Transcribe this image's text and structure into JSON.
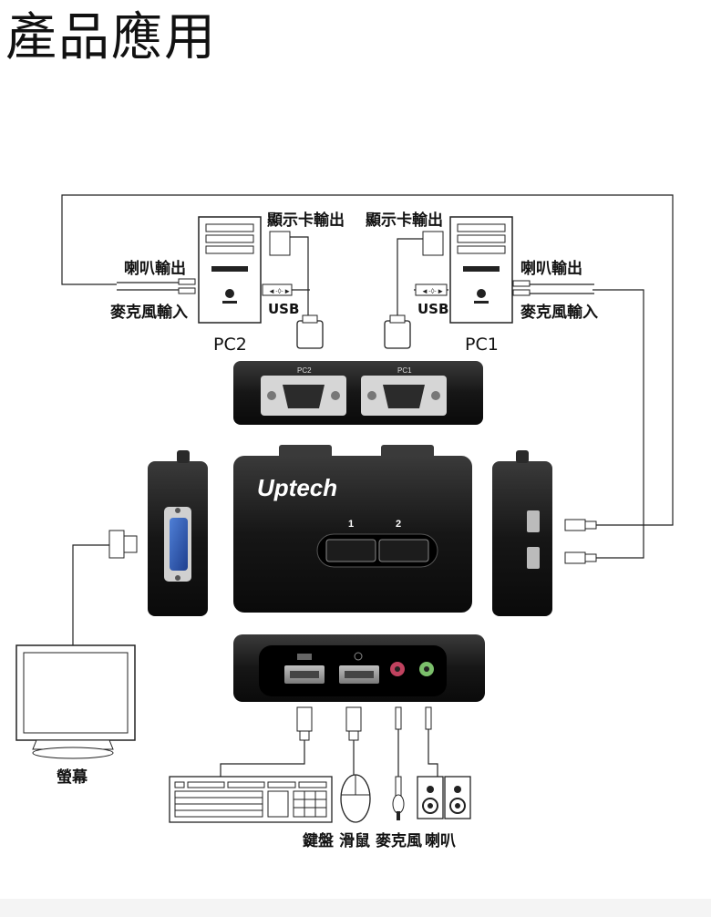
{
  "page": {
    "title": "產品應用"
  },
  "labels": {
    "vga_out_pc2": "顯示卡輸出",
    "vga_out_pc1": "顯示卡輸出",
    "speaker_out_pc2": "喇叭輸出",
    "mic_in_pc2": "麥克風輸入",
    "speaker_out_pc1": "喇叭輸出",
    "mic_in_pc1": "麥克風輸入",
    "usb_pc2": "USB",
    "usb_pc1": "USB",
    "pc2": "PC2",
    "pc1": "PC1",
    "monitor": "螢幕",
    "keyboard": "鍵盤",
    "mouse": "滑鼠",
    "microphone": "麥克風",
    "speaker": "喇叭"
  },
  "device": {
    "brand": "Uptech",
    "button_1": "1",
    "button_2": "2",
    "port_pc2": "PC2",
    "port_pc1": "PC1"
  }
}
